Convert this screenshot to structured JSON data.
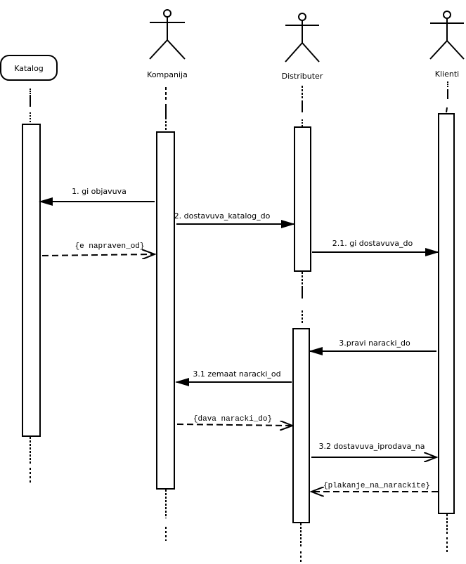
{
  "diagram": {
    "type": "sequence",
    "participants": [
      {
        "id": "katalog",
        "name": "Katalog",
        "kind": "object"
      },
      {
        "id": "kompanija",
        "name": "Kompanija",
        "kind": "actor"
      },
      {
        "id": "distributer",
        "name": "Distributer",
        "kind": "actor"
      },
      {
        "id": "klienti",
        "name": "Klienti",
        "kind": "actor"
      }
    ],
    "messages": [
      {
        "label": "1. gi objavuva",
        "from": "kompanija",
        "to": "katalog",
        "style": "sync"
      },
      {
        "label": "2. dostavuva_katalog_do",
        "from": "kompanija",
        "to": "distributer",
        "style": "sync"
      },
      {
        "label": "{e napraven_od}",
        "from": "katalog",
        "to": "kompanija",
        "style": "dashed"
      },
      {
        "label": "2.1. gi dostavuva_do",
        "from": "distributer",
        "to": "klienti",
        "style": "sync"
      },
      {
        "label": "3.pravi naracki_do",
        "from": "klienti",
        "to": "distributer",
        "style": "sync"
      },
      {
        "label": "3.1 zemaat naracki_od",
        "from": "distributer",
        "to": "kompanija",
        "style": "sync"
      },
      {
        "label": "{dava naracki_do}",
        "from": "kompanija",
        "to": "distributer",
        "style": "dashed"
      },
      {
        "label": "3.2 dostavuva_iprodava_na",
        "from": "distributer",
        "to": "klienti",
        "style": "async"
      },
      {
        "label": "{plakanje_na_narackite}",
        "from": "klienti",
        "to": "distributer",
        "style": "dashed"
      }
    ]
  }
}
